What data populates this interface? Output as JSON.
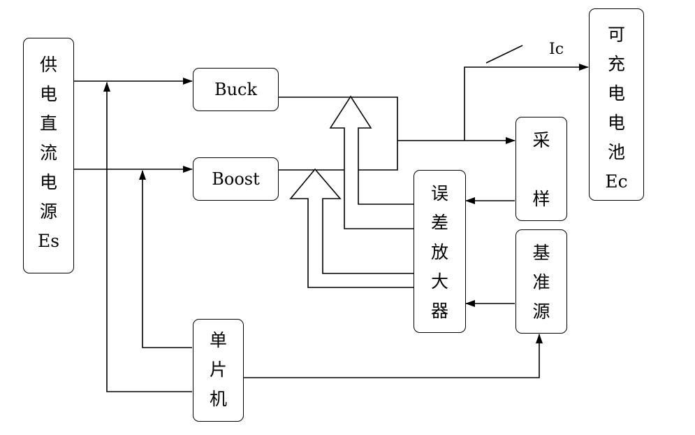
{
  "blocks": {
    "power_supply": [
      "供",
      "电",
      "直",
      "流",
      "电",
      "源",
      "Es"
    ],
    "buck": "Buck",
    "boost": "Boost",
    "battery": [
      "可",
      "充",
      "电",
      "电",
      "池",
      "Ec"
    ],
    "sampling": [
      "采",
      "",
      "样"
    ],
    "error_amp": [
      "误",
      "差",
      "放",
      "大",
      "器"
    ],
    "reference": [
      "基",
      "准",
      "源"
    ],
    "mcu": [
      "单",
      "片",
      "机"
    ]
  },
  "labels": {
    "current": "Ic"
  }
}
